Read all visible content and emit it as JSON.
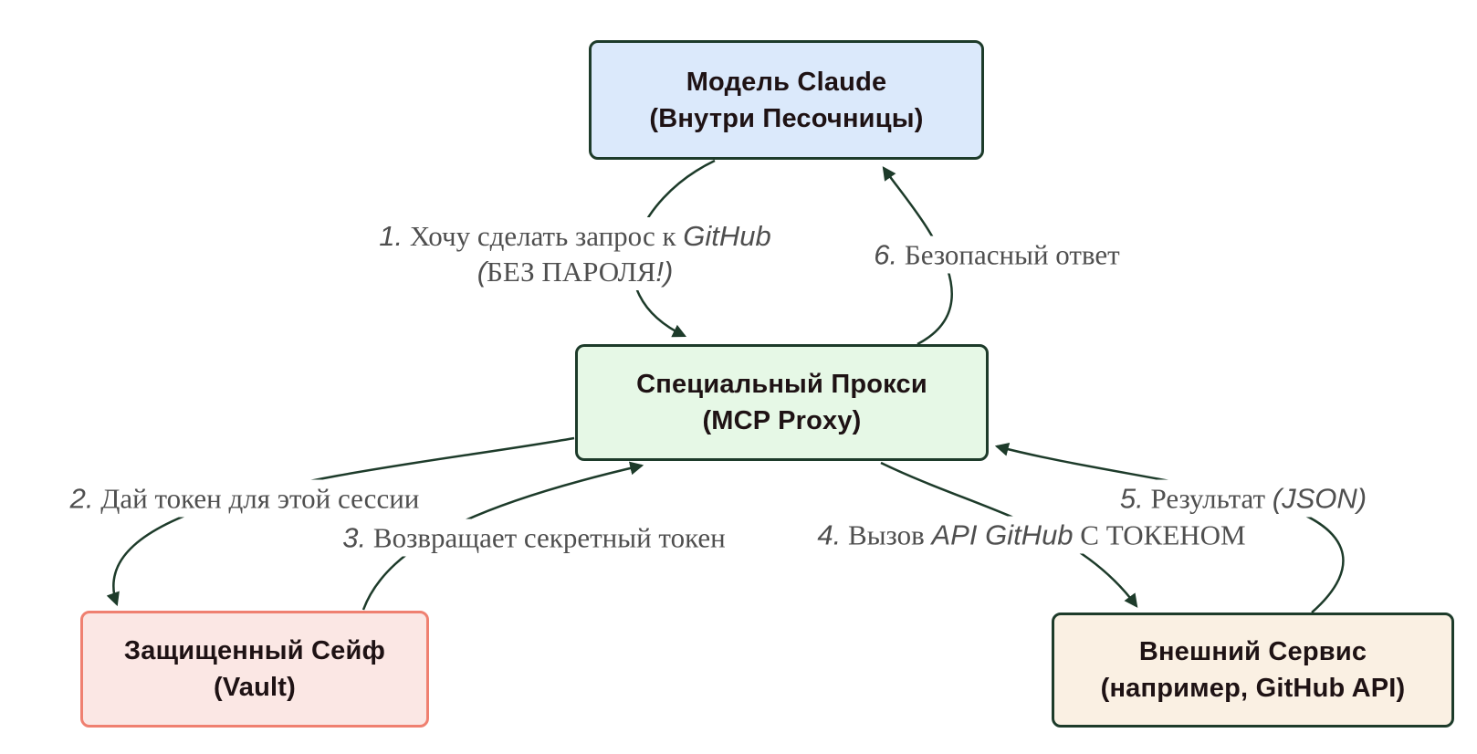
{
  "diagram_title": "MCP Proxy token flow",
  "colors": {
    "edge_stroke": "#1d3b2a",
    "node_border": "#1d3b2a",
    "node_text": "#1e1214",
    "label_text": "#4f4f4f",
    "claude_fill": "#dbe9fb",
    "proxy_fill": "#e6f8e6",
    "vault_fill": "#fbe7e4",
    "vault_border": "#ef8070",
    "external_fill": "#faf0e3",
    "background": "#ffffff"
  },
  "nodes": {
    "claude": {
      "line1": "Модель Claude",
      "line2": "(Внутри Песочницы)"
    },
    "proxy": {
      "line1": "Специальный Прокси",
      "line2": "(MCP Proxy)"
    },
    "vault": {
      "line1": "Защищенный Сейф",
      "line2": "(Vault)"
    },
    "external": {
      "line1": "Внешний Сервис",
      "line2": "(например, GitHub API)"
    }
  },
  "edges": {
    "e1": {
      "from": "claude",
      "to": "proxy",
      "num": "1.",
      "pre": " Хочу сделать запрос к ",
      "em": "GitHub",
      "open": "(",
      "shout": "БЕЗ ПАРОЛЯ",
      "close": "!)"
    },
    "e2": {
      "from": "proxy",
      "to": "vault",
      "num": "2.",
      "text": " Дай токен для этой сессии"
    },
    "e3": {
      "from": "vault",
      "to": "proxy",
      "num": "3.",
      "text": " Возвращает секретный токен"
    },
    "e4": {
      "from": "proxy",
      "to": "external",
      "num": "4.",
      "pre": " Вызов ",
      "em": "API GitHub",
      "post": " С ТОКЕНОМ"
    },
    "e5": {
      "from": "external",
      "to": "proxy",
      "num": "5.",
      "pre": " Результат ",
      "em": "(JSON)"
    },
    "e6": {
      "from": "proxy",
      "to": "claude",
      "num": "6.",
      "text": " Безопасный ответ"
    }
  }
}
